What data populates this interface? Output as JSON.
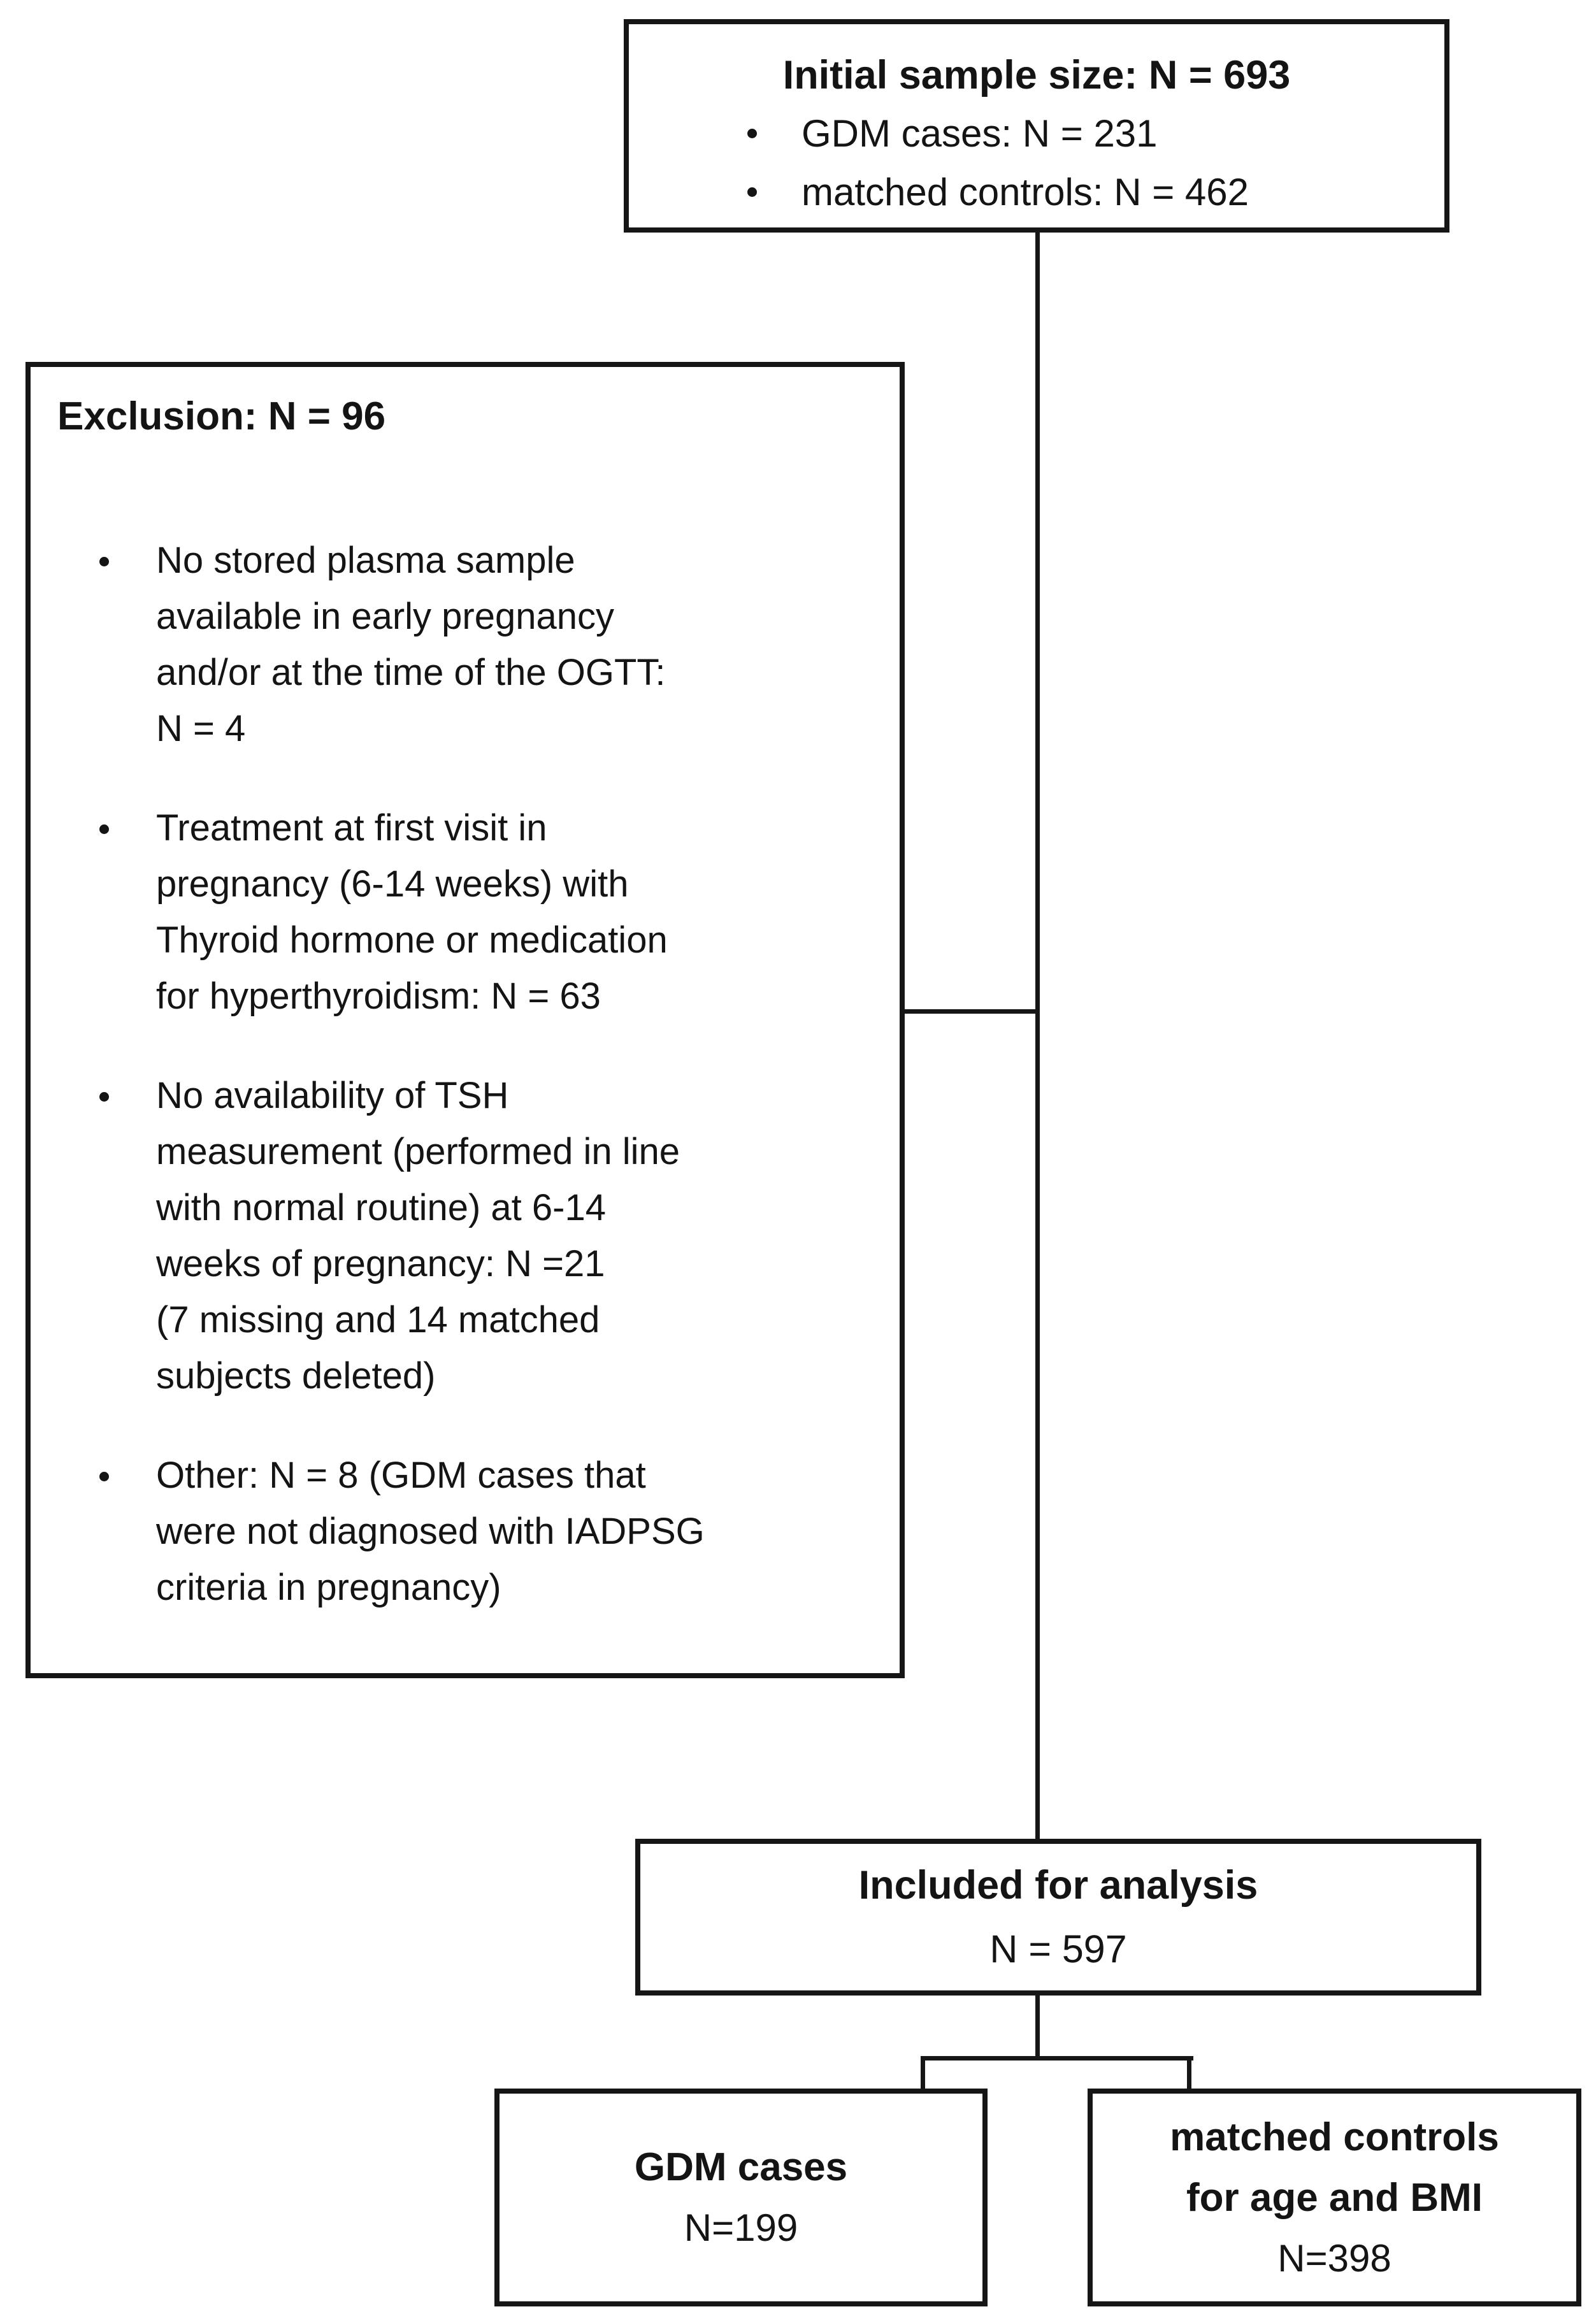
{
  "diagram": {
    "top_box": {
      "title": "Initial sample size: N = 693",
      "bullets": [
        "GDM cases: N = 231",
        "matched controls: N = 462"
      ]
    },
    "exclusion_box": {
      "title": "Exclusion: N = 96",
      "bullets": [
        {
          "lines": [
            "No stored plasma sample",
            "available in early pregnancy",
            "and/or at the time of the OGTT:",
            "N = 4"
          ]
        },
        {
          "lines": [
            "Treatment at first visit in",
            "pregnancy (6-14 weeks) with",
            "Thyroid hormone or medication",
            "for hyperthyroidism: N = 63"
          ]
        },
        {
          "lines": [
            "No availability of TSH",
            "measurement (performed in line",
            "with normal routine) at 6-14",
            "weeks of pregnancy: N =21",
            "(7 missing and 14 matched",
            "subjects deleted)"
          ]
        },
        {
          "lines": [
            "Other: N = 8 (GDM cases that",
            "were not diagnosed with IADPSG",
            "criteria in pregnancy)"
          ]
        }
      ]
    },
    "included_box": {
      "title": "Included for analysis",
      "n": "N = 597"
    },
    "gdm_box": {
      "title": "GDM cases",
      "n": "N=199"
    },
    "controls_box": {
      "title_line1": "matched controls",
      "title_line2": "for age and BMI",
      "n": "N=398"
    },
    "colors": {
      "line": "#161616",
      "text": "#141414",
      "background": "#ffffff"
    }
  }
}
